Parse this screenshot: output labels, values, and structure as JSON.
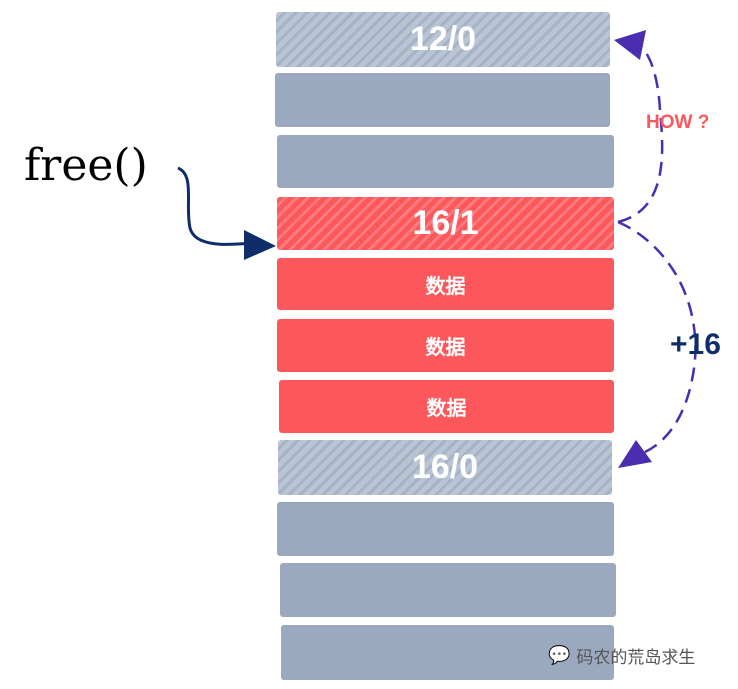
{
  "left_label": "free()",
  "blocks": [
    {
      "label": "12/0",
      "style": "free-header"
    },
    {
      "label": "",
      "style": "gray"
    },
    {
      "label": "",
      "style": "gray"
    },
    {
      "label": "16/1",
      "style": "used-header"
    },
    {
      "label": "数据",
      "style": "data"
    },
    {
      "label": "数据",
      "style": "data"
    },
    {
      "label": "数据",
      "style": "data"
    },
    {
      "label": "16/0",
      "style": "free-header"
    },
    {
      "label": "",
      "style": "gray"
    },
    {
      "label": "",
      "style": "gray"
    },
    {
      "label": "",
      "style": "gray"
    }
  ],
  "annotations": {
    "up": "HOW ?",
    "down": "+16"
  },
  "watermark": "码农的荒岛求生",
  "colors": {
    "gray": "#9aa9bf",
    "red": "#fc585c",
    "purple": "#4b2db0",
    "navy": "#0f2d6b"
  }
}
